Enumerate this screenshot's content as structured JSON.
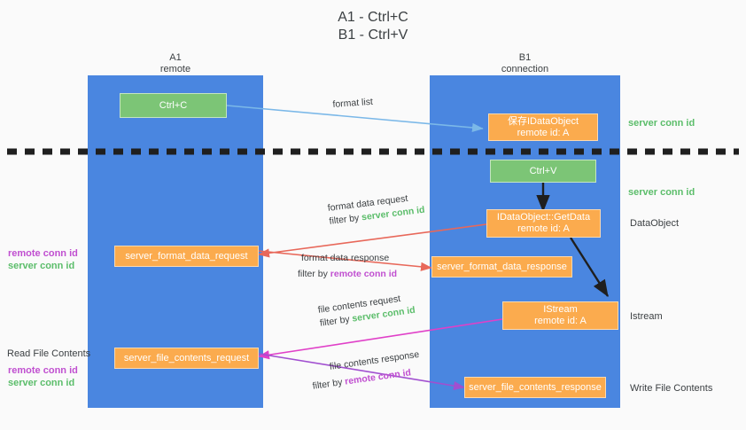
{
  "title": "A1 - Ctrl+C\nB1 - Ctrl+V",
  "lanes": [
    {
      "name": "lane-a1",
      "header": "A1\nremote"
    },
    {
      "name": "lane-b1",
      "header": "B1\nconnection"
    }
  ],
  "nodes": {
    "ctrl_c": "Ctrl+C",
    "save_idataobject": "保存IDataObject\nremote id: A",
    "ctrl_v": "Ctrl+V",
    "getdata": "IDataObject::GetData\nremote id: A",
    "istream": "IStream\nremote id: A",
    "server_format_data_request": "server_format_data_request",
    "server_format_data_response": "server_format_data_response",
    "server_file_contents_request": "server_file_contents_request",
    "server_file_contents_response": "server_file_contents_response"
  },
  "edges": {
    "format_list": "format list",
    "format_data_request": "format data request",
    "format_data_request_filter_prefix": "filter by ",
    "format_data_request_filter_value": "server conn id",
    "format_data_response": "format data response",
    "format_data_response_filter_prefix": "filter by ",
    "format_data_response_filter_value": "remote conn id",
    "file_contents_request": "file contents request",
    "file_contents_request_filter_prefix": "filter by ",
    "file_contents_request_filter_value": "server conn id",
    "file_contents_response": "file contents response",
    "file_contents_response_filter_prefix": "filter by ",
    "file_contents_response_filter_value": "remote conn id"
  },
  "right_annotations": {
    "server_conn_id_top": "server conn id",
    "server_conn_id_mid": "server conn id",
    "dataobject": "DataObject",
    "istream": "Istream",
    "write_file_contents": "Write File Contents"
  },
  "left_annotations": {
    "remote_conn_id_upper": "remote conn id",
    "server_conn_id_upper": "server conn id",
    "read_file_contents": "Read File Contents",
    "remote_conn_id_lower": "remote conn id",
    "server_conn_id_lower": "server conn id"
  },
  "colors": {
    "lane": "#4a86e0",
    "green_node": "#7cc576",
    "orange_node": "#fbab4e",
    "server_conn_id": "#5bbd6a",
    "remote_conn_id": "#c04fd0",
    "arrow_blue": "#7bb8e8",
    "arrow_red": "#e8685a",
    "arrow_magenta": "#e040c8",
    "arrow_purple": "#a14fd0",
    "arrow_dark": "#1f1f1f",
    "divider": "#1f1f1f",
    "background": "#fafafa"
  }
}
